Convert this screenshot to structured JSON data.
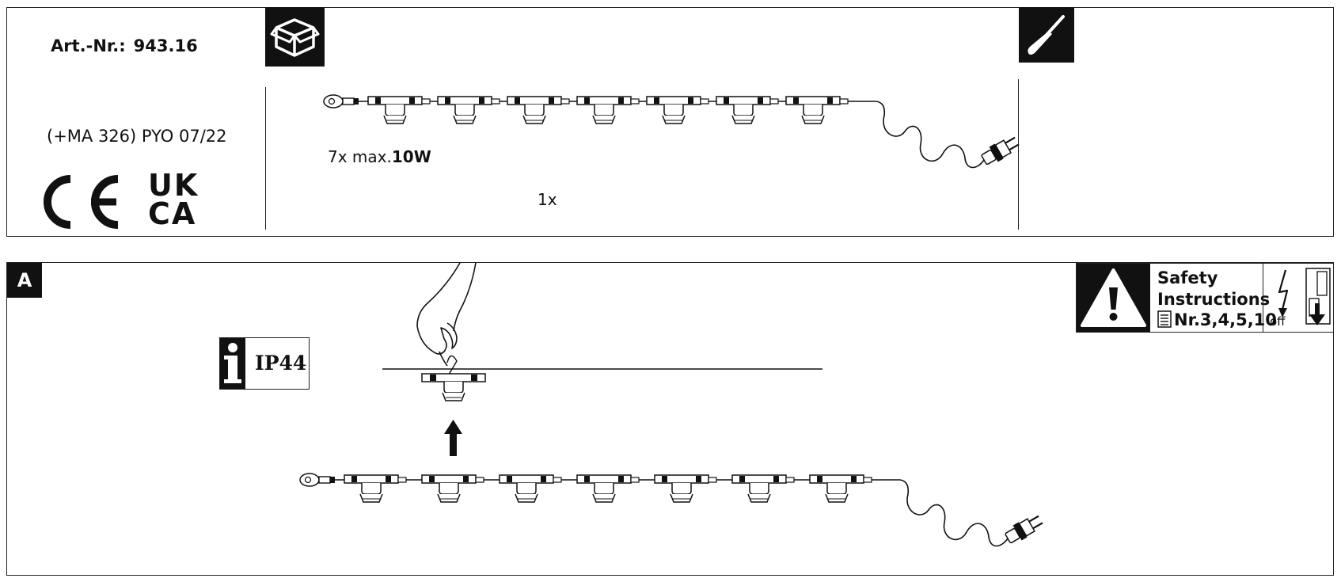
{
  "top": {
    "article_label": "Art.-Nr.:",
    "article_number": "943.16",
    "product_code": "(+MA 326) PYO 07/22",
    "ce_mark": "CE",
    "ukca_mark": [
      "UK",
      "CA"
    ],
    "lamp_count_prefix": "7x max.",
    "lamp_wattage": "10W",
    "item_quantity": "1x",
    "icons": [
      "package-box-icon",
      "screwdriver-icon"
    ]
  },
  "bottom": {
    "section_letter": "A",
    "ip_info_letter": "i",
    "ip_rating": "IP44",
    "safety": {
      "title": "Safety Instructions",
      "reference": "Nr.3,4,5,10",
      "switch_label": "off"
    },
    "icons": [
      "warning-icon",
      "document-icon",
      "electricity-icon",
      "switch-off-icon",
      "arrow-up-icon",
      "hand-icon"
    ]
  },
  "colors": {
    "ink": "#111111",
    "background": "#ffffff"
  }
}
